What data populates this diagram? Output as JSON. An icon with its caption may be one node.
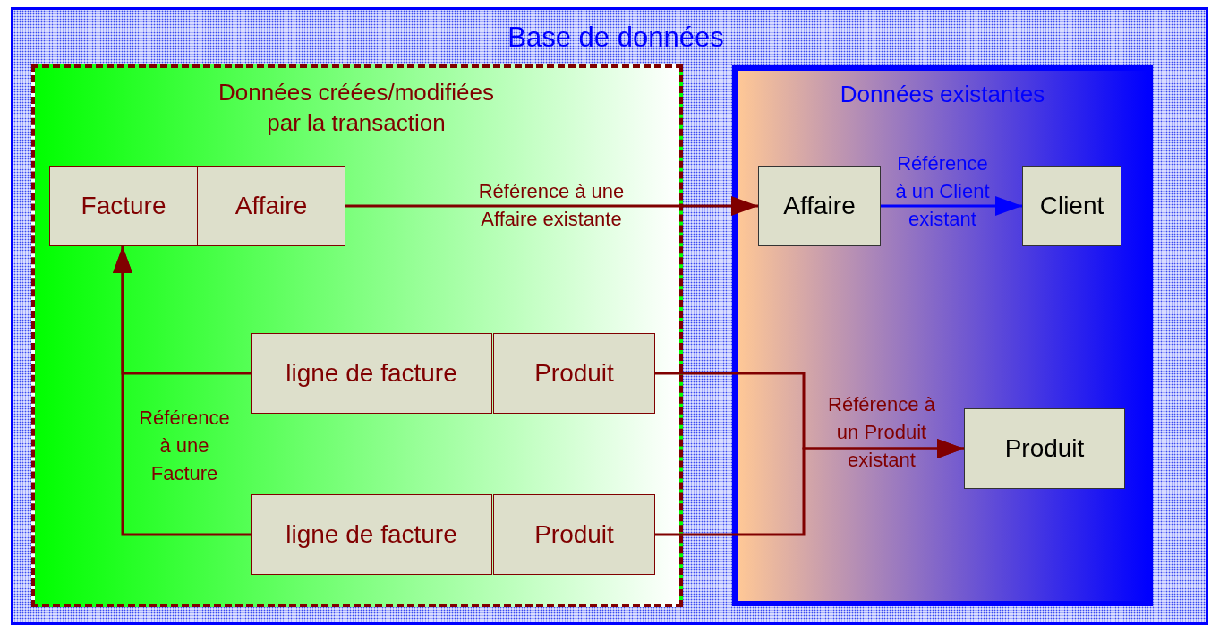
{
  "diagram": {
    "nodes": [
      {
        "text": [
          "Base de données"
        ]
      },
      {
        "text": [
          "Données créées/modifiées par la transaction"
        ],
        "in": 0
      },
      {
        "text": [
          "Facture"
        ],
        "in": 1
      },
      {
        "text": [
          "Affaire"
        ],
        "in": 1
      },
      {
        "text": [
          "ligne de facture"
        ],
        "in": 1
      },
      {
        "text": [
          "Produit"
        ],
        "in": 1
      },
      {
        "text": [
          "ligne de facture"
        ],
        "in": 1
      },
      {
        "text": [
          "Produit"
        ],
        "in": 1
      },
      {
        "text": [
          "Données existantes"
        ],
        "in": 0
      },
      {
        "text": [
          "Affaire"
        ],
        "in": 8
      },
      {
        "text": [
          "Client"
        ],
        "in": 8
      },
      {
        "text": [
          "Produit"
        ],
        "in": 8
      }
    ],
    "edges": [
      {
        "from": 3,
        "to": 9,
        "arrow": "to",
        "label": "Référence à une Affaire existante"
      },
      {
        "from": 9,
        "to": 10,
        "arrow": "to",
        "label": "Référence à un Client existant",
        "color": "#0000ff"
      },
      {
        "from": 4,
        "to": 2,
        "arrow": "to",
        "label": "Référence à une Facture"
      },
      {
        "from": 6,
        "to": 2,
        "arrow": "to"
      },
      {
        "from": 5,
        "to": 11,
        "arrow": "to",
        "label": "Référence à un Produit existant"
      },
      {
        "from": 7,
        "to": 11,
        "arrow": "to"
      }
    ]
  }
}
